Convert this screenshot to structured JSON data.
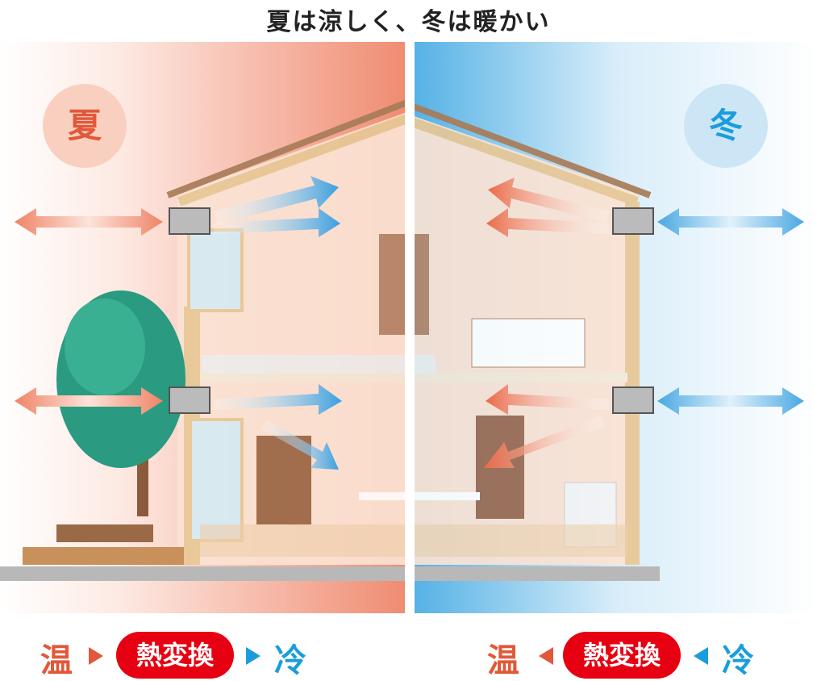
{
  "title": "夏は涼しく、冬は暖かい",
  "seasons": {
    "summer": "夏",
    "winter": "冬"
  },
  "legend_summer": {
    "warm": "温",
    "exchange": "熱変換",
    "cool": "冷"
  },
  "legend_winter": {
    "warm": "温",
    "exchange": "熱変換",
    "cool": "冷"
  },
  "colors": {
    "warm": "#e2583a",
    "cool": "#1a9ddb",
    "badge": "#e60012"
  }
}
